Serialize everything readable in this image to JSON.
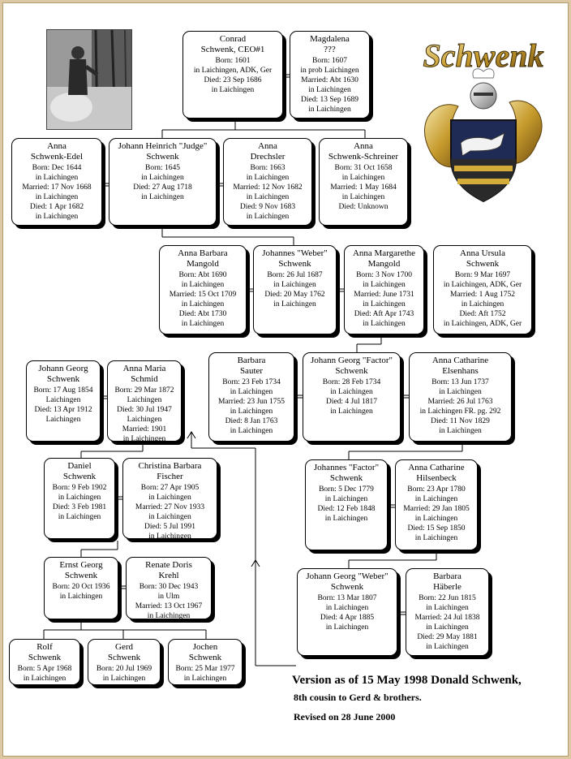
{
  "crest": {
    "title": "Schwenk"
  },
  "persons": {
    "conrad": {
      "name": "Conrad|Schwenk, CEO#1",
      "lines": [
        "Born: 1601",
        "in Laichingen, ADK, Ger",
        "Died: 23 Sep 1686",
        "in Laichingen"
      ]
    },
    "magdalena": {
      "name": "Magdalena|???",
      "lines": [
        "Born: 1607",
        "in prob Laichingen",
        "Married: Abt 1630",
        "in Laichingen",
        "Died: 13 Sep 1689",
        "in Laichingen"
      ]
    },
    "anna_edel": {
      "name": "Anna|Schwenk-Edel",
      "lines": [
        "Born: Dec 1644",
        "in Laichingen",
        "Married: 17 Nov 1668",
        "in Laichingen",
        "Died: 1 Apr 1682",
        "in Laichingen"
      ]
    },
    "johann_heinrich": {
      "name": "Johann Heinrich \"Judge\"|Schwenk",
      "lines": [
        "Born: 1645",
        "in Laichingen",
        "Died: 27 Aug 1718",
        "in Laichingen"
      ]
    },
    "anna_drechsler": {
      "name": "Anna|Drechsler",
      "lines": [
        "Born: 1663",
        "in Laichingen",
        "Married: 12 Nov 1682",
        "in Laichingen",
        "Died: 9 Nov 1683",
        "in Laichingen"
      ]
    },
    "anna_schreiner": {
      "name": "Anna|Schwenk-Schreiner",
      "lines": [
        "Born: 31 Oct 1658",
        "in Laichingen",
        "Married: 1 May 1684",
        "in Laichingen",
        "Died: Unknown"
      ]
    },
    "anna_barbara": {
      "name": "Anna Barbara|Mangold",
      "lines": [
        "Born: Abt 1690",
        "in Laichingen",
        "Married: 15 Oct 1709",
        "in Laichingen",
        "Died: Abt 1730",
        "in Laichingen"
      ]
    },
    "johannes_weber": {
      "name": "Johannes \"Weber\"|Schwenk",
      "lines": [
        "Born: 26 Jul 1687",
        "in Laichingen",
        "Died: 20 May 1762",
        "in Laichingen"
      ]
    },
    "anna_margarethe": {
      "name": "Anna Margarethe|Mangold",
      "lines": [
        "Born: 3 Nov 1700",
        "in Laichingen",
        "Married: June 1731",
        "in Laichingen",
        "Died: Aft Apr 1743",
        "in Laichingen"
      ]
    },
    "anna_ursula": {
      "name": "Anna Ursula|Schwenk",
      "lines": [
        "Born: 9 Mar 1697",
        "in Laichingen, ADK, Ger",
        "Married: 1 Aug 1752",
        "in Laichingen",
        "Died: Aft 1752",
        "in Laichingen, ADK, Ger"
      ]
    },
    "barbara_sauter": {
      "name": "Barbara|Sauter",
      "lines": [
        "Born: 23 Feb 1734",
        "in Laichingen",
        "Married: 23 Jun 1755",
        "in Laichingen",
        "Died: 8 Jan 1763",
        "in Laichingen"
      ]
    },
    "johann_georg_factor": {
      "name": "Johann Georg \"Factor\"|Schwenk",
      "lines": [
        "Born: 28 Feb 1734",
        "in Laichingen",
        "Died: 4 Jul 1817",
        "in Laichingen"
      ]
    },
    "anna_catharine_e": {
      "name": "Anna Catharine|Elsenhans",
      "lines": [
        "Born: 13 Jun 1737",
        "in Laichingen",
        "Married: 26 Jul 1763",
        "in Laichingen FR. pg. 292",
        "Died: 11 Nov 1829",
        "in Laichingen"
      ]
    },
    "johann_georg_1854": {
      "name": "Johann Georg|Schwenk",
      "lines": [
        "Born: 17 Aug 1854",
        "Laichingen",
        "Died: 13 Apr 1912",
        "Laichingen"
      ]
    },
    "anna_maria": {
      "name": "Anna Maria|Schmid",
      "lines": [
        "Born: 29 Mar 1872",
        "Laichingen",
        "Died: 30 Jul 1947",
        "Laichingen",
        "Married: 1901",
        "in Laichingen"
      ]
    },
    "johannes_factor": {
      "name": "Johannes \"Factor\"|Schwenk",
      "lines": [
        "Born: 5 Dec 1779",
        "in Laichingen",
        "Died: 12 Feb 1848",
        "in Laichingen"
      ]
    },
    "anna_catharine_h": {
      "name": "Anna Catharine|Hilsenbeck",
      "lines": [
        "Born: 23 Apr 1780",
        "in Laichingen",
        "Married: 29 Jan 1805",
        "in Laichingen",
        "Died: 15 Sep 1850",
        "in Laichingen"
      ]
    },
    "daniel": {
      "name": "Daniel|Schwenk",
      "lines": [
        "Born: 9 Feb 1902",
        "in Laichingen",
        "Died: 3 Feb 1981",
        "in Laichingen"
      ]
    },
    "christina": {
      "name": "Christina Barbara|Fischer",
      "lines": [
        "Born: 27 Apr 1905",
        "in Laichingen",
        "Married: 27 Nov 1933",
        "in Laichingen",
        "Died: 5 Jul 1991",
        "in Laichingen"
      ]
    },
    "ernst": {
      "name": "Ernst Georg|Schwenk",
      "lines": [
        "Born: 20 Oct 1936",
        "in Laichingen"
      ]
    },
    "renate": {
      "name": "Renate Doris|Krehl",
      "lines": [
        "Born: 30 Dec 1943",
        "in Ulm",
        "Married: 13 Oct 1967",
        "in Laichingen"
      ]
    },
    "johann_georg_weber": {
      "name": "Johann Georg \"Weber\"|Schwenk",
      "lines": [
        "Born: 13 Mar 1807",
        "in Laichingen",
        "Died: 4 Apr 1885",
        "in Laichingen"
      ]
    },
    "barbara_haberle": {
      "name": "Barbara|Häberle",
      "lines": [
        "Born: 22 Jun 1815",
        "in Laichingen",
        "Married: 24 Jul 1838",
        "in Laichingen",
        "Died: 29 May 1881",
        "in Laichingen"
      ]
    },
    "rolf": {
      "name": "Rolf|Schwenk",
      "lines": [
        "Born: 5 Apr 1968",
        "in Laichingen"
      ]
    },
    "gerd": {
      "name": "Gerd|Schwenk",
      "lines": [
        "Born: 20 Jul 1969",
        "in Laichingen"
      ]
    },
    "jochen": {
      "name": "Jochen|Schwenk",
      "lines": [
        "Born: 25 Mar 1977",
        "in Laichingen"
      ]
    }
  },
  "footer": {
    "version": "Version as of 15 May 1998  Donald Schwenk,",
    "relation": "8th cousin to Gerd & brothers.",
    "revised": "Revised on 28 June 2000"
  }
}
